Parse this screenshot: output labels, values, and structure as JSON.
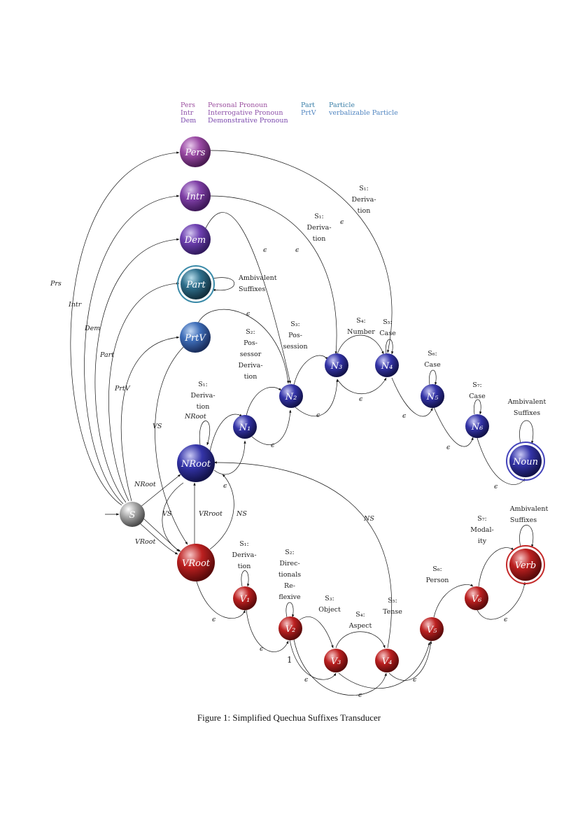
{
  "legend": {
    "left": [
      {
        "abbr": "Pers",
        "text": "Personal Pronoun",
        "color": "#9b4f9f"
      },
      {
        "abbr": "Intr",
        "text": "Interrogative Pronoun",
        "color": "#8c4fa8"
      },
      {
        "abbr": "Dem",
        "text": "Demonstrative Pronoun",
        "color": "#7a48ad"
      }
    ],
    "right": [
      {
        "abbr": "Part",
        "text": "Particle",
        "color": "#3a7fa8"
      },
      {
        "abbr": "PrtV",
        "text": "verbalizable Particle",
        "color": "#4f84c0"
      }
    ]
  },
  "nodes": {
    "pers": {
      "label": "Pers",
      "color": "#8a3a94"
    },
    "intr": {
      "label": "Intr",
      "color": "#7a3a9a"
    },
    "dem": {
      "label": "Dem",
      "color": "#6a3aa0"
    },
    "part": {
      "label": "Part",
      "color": "#2a6a86"
    },
    "prtv": {
      "label": "PrtV",
      "color": "#3a66b0"
    },
    "nroot": {
      "label": "NRoot",
      "color": "#3232a8"
    },
    "s": {
      "label": "S",
      "color": "#9a9a9a"
    },
    "vroot": {
      "label": "VRoot",
      "color": "#b82020"
    },
    "n1": {
      "label": "N₁",
      "color": "#2e2e9a"
    },
    "n2": {
      "label": "N₂",
      "color": "#2e2e9a"
    },
    "n3": {
      "label": "N₃",
      "color": "#2e2e9a"
    },
    "n4": {
      "label": "N₄",
      "color": "#2e2e9a"
    },
    "n5": {
      "label": "N₅",
      "color": "#2e2e9a"
    },
    "n6": {
      "label": "N₆",
      "color": "#2e2e9a"
    },
    "noun": {
      "label": "Noun",
      "color": "#2e2e9a",
      "ring": "#4444bb"
    },
    "v1": {
      "label": "V₁",
      "color": "#b81c1c"
    },
    "v2": {
      "label": "V₂",
      "color": "#b81c1c"
    },
    "v3": {
      "label": "V₃",
      "color": "#b81c1c"
    },
    "v4": {
      "label": "V₄",
      "color": "#b81c1c"
    },
    "v5": {
      "label": "V₅",
      "color": "#b81c1c"
    },
    "v6": {
      "label": "V₆",
      "color": "#b81c1c"
    },
    "verb": {
      "label": "Verb",
      "color": "#b81c1c",
      "ring": "#c42a2a"
    }
  },
  "edge_labels": {
    "prs": "Prs",
    "intr": "Intr",
    "dem": "Dem",
    "part": "Part",
    "prtv": "PrtV",
    "vs_prtv": "VS",
    "nroot_s": "NRoot",
    "vs_s": "VS",
    "vrroot": "VRroot",
    "ns_vroot": "NS",
    "ns_v4": "NS",
    "vroot_s": "VRoot",
    "nroot_loop": "NRoot",
    "eps": "ϵ",
    "amb": [
      "Ambivalent",
      "Suffixes"
    ],
    "s1_nroot": [
      "S₁:",
      "Deriva-",
      "tion"
    ],
    "s2_n": [
      "S₂:",
      "Pos-",
      "sessor",
      "Deriva-",
      "tion"
    ],
    "s3_n": [
      "S₃:",
      "Pos-",
      "session"
    ],
    "s4_n": [
      "S₄:",
      "Number"
    ],
    "s5_n": [
      "S₅:",
      "Case"
    ],
    "s6_n": [
      "S₆:",
      "Case"
    ],
    "s7_n": [
      "S₇:",
      "Case"
    ],
    "s1_intr": [
      "S₁:",
      "Deriva-",
      "tion"
    ],
    "s1_pers": [
      "S₁:",
      "Deriva-",
      "tion"
    ],
    "s1_v": [
      "S₁:",
      "Deriva-",
      "tion"
    ],
    "s2_v": [
      "S₂:",
      "Direc-",
      "tionals",
      "Re-",
      "flexive"
    ],
    "s3_v": [
      "S₃:",
      "Object"
    ],
    "s4_v": [
      "S₄:",
      "Aspect"
    ],
    "s5_v": [
      "S₅:",
      "Tense"
    ],
    "s6_v": [
      "S₆:",
      "Person"
    ],
    "s7_v": [
      "S₇:",
      "Modal-",
      "ity"
    ],
    "v2_one": "1"
  },
  "caption": "Figure 1: Simplified Quechua Suffixes Transducer"
}
